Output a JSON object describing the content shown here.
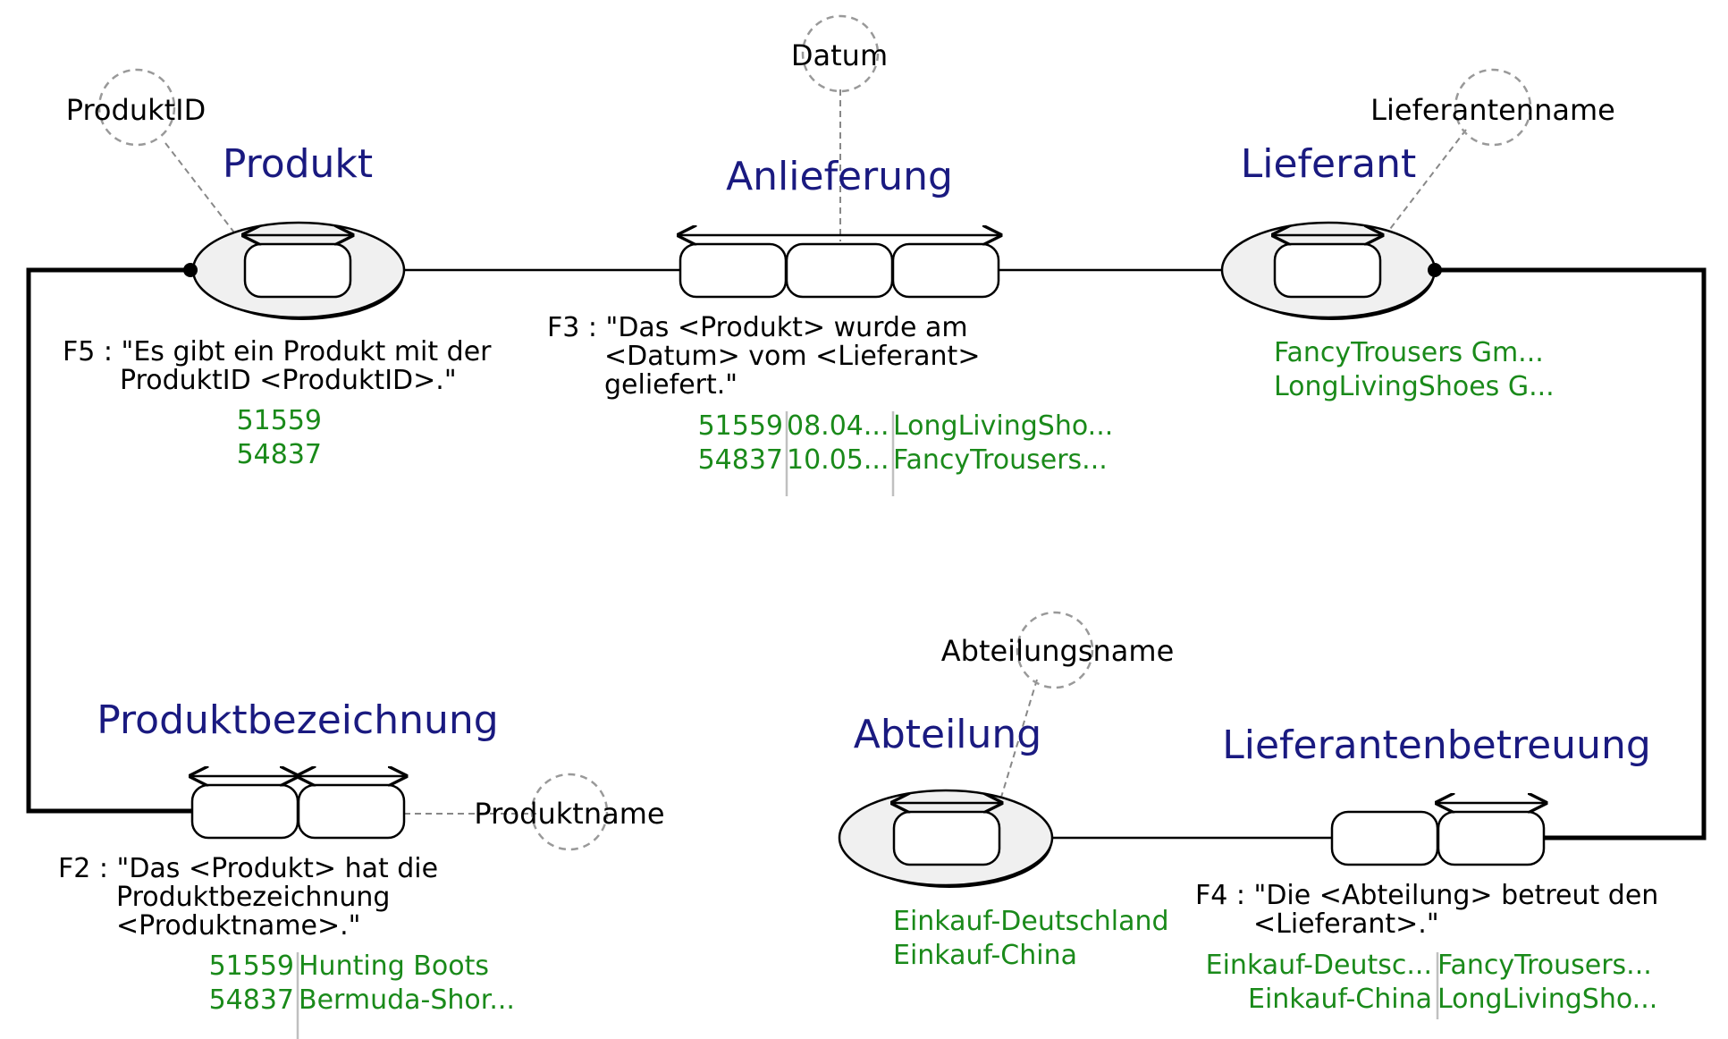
{
  "colors": {
    "entity": "#1a1a80",
    "population": "#1a8a1a",
    "line": "#000000",
    "dashed": "#888888"
  },
  "entities": {
    "produkt": "Produkt",
    "anlieferung": "Anlieferung",
    "lieferant": "Lieferant",
    "produktbezeichnung": "Produktbezeichnung",
    "abteilung": "Abteilung",
    "lieferantenbetreuung": "Lieferantenbetreuung"
  },
  "values": {
    "produktid": "ProduktID",
    "datum": "Datum",
    "lieferantenname": "Lieferantenname",
    "produktname": "Produktname",
    "abteilungsname": "Abteilungsname"
  },
  "facts": {
    "f5": [
      "F5 : \"Es gibt ein Produkt mit der",
      "ProduktID <ProduktID>.\""
    ],
    "f3": [
      "F3 : \"Das <Produkt> wurde am",
      "<Datum> vom <Lieferant>",
      "geliefert.\""
    ],
    "f2": [
      "F2 : \"Das <Produkt> hat die",
      "Produktbezeichnung",
      "<Produktname>.\""
    ],
    "f4": [
      "F4 : \"Die <Abteilung> betreut den",
      "<Lieferant>.\""
    ]
  },
  "populations": {
    "produkt": [
      "51559",
      "54837"
    ],
    "lieferant": [
      "FancyTrousers Gm...",
      "LongLivingShoes G..."
    ],
    "anlieferung": [
      [
        "51559",
        "08.04...",
        "LongLivingSho..."
      ],
      [
        "54837",
        "10.05...",
        "FancyTrousers..."
      ]
    ],
    "produktbezeichnung": [
      [
        "51559",
        "Hunting Boots"
      ],
      [
        "54837",
        "Bermuda-Shor..."
      ]
    ],
    "abteilung": [
      "Einkauf-Deutschland",
      "Einkauf-China"
    ],
    "lieferantenbetreuung": [
      [
        "Einkauf-Deutsc...",
        "FancyTrousers..."
      ],
      [
        "Einkauf-China",
        "LongLivingSho..."
      ]
    ]
  }
}
